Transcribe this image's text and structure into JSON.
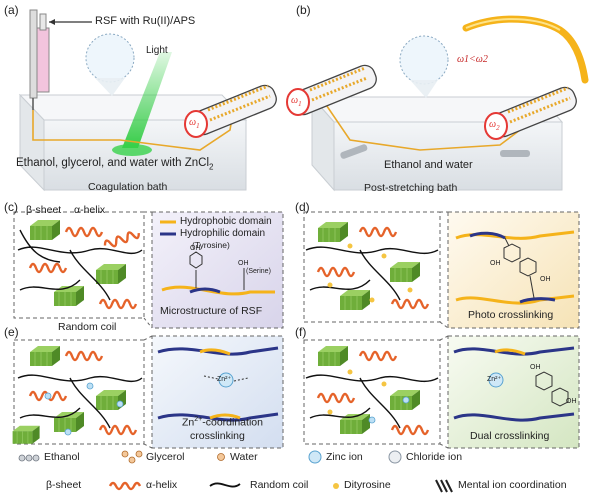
{
  "panel_labels": {
    "a": "(a)",
    "b": "(b)",
    "c": "(c)",
    "d": "(d)",
    "e": "(e)",
    "f": "(f)"
  },
  "panel_a": {
    "syringe_label": "RSF with Ru(II)/APS",
    "light_label": "Light",
    "bath_text": "Ethanol, glycerol, and water with ZnCl",
    "bath_sub": "2",
    "bath_name": "Coagulation bath",
    "spool_label": "ω",
    "spool_sub": "1"
  },
  "panel_b": {
    "speed_relation": "ω1<ω2",
    "bath_text": "Ethanol and  water",
    "bath_name": "Post-stretching bath",
    "spool1_label": "ω",
    "spool1_sub": "1",
    "spool2_label": "ω",
    "spool2_sub": "2"
  },
  "panel_c": {
    "beta_sheet": "β-sheet",
    "alpha_helix": "α-helix",
    "random_coil": "Random coil",
    "legend_hydrophobic": "Hydrophobic domain",
    "legend_hydrophilic": "Hydrophilic domain",
    "legend_tyrosine": "(Tyrosine)",
    "oh1": "OH",
    "oh2": "OH",
    "serine": "(Serine)",
    "caption": "Microstructure of RSF"
  },
  "panel_d": {
    "oh1": "OH",
    "oh2": "OH",
    "caption": "Photo crosslinking"
  },
  "panel_e": {
    "caption_line1": "Zn",
    "caption_sup": "2+",
    "caption_rest": "-coordination",
    "caption_line2": "crosslinking",
    "zn": "Zn²⁺"
  },
  "panel_f": {
    "caption": "Dual crosslinking",
    "oh1": "OH",
    "oh2": "OH",
    "zn": "Zn²⁺"
  },
  "legend": {
    "ethanol": "Ethanol",
    "glycerol": "Glycerol",
    "water": "Water",
    "zinc": "Zinc ion",
    "chloride": "Chloride ion",
    "beta": "β-sheet",
    "alpha": "α-helix",
    "coil": "Random coil",
    "dityrosine": "Dityrosine",
    "mental": "Mental ion coordination"
  },
  "colors": {
    "green": "#7ab648",
    "orange_helix": "#e5632a",
    "navy": "#2b3588",
    "gold": "#f5b31a",
    "beam": "#2ecc40",
    "spool_red": "#e53935",
    "panel_c_bg": "#e6e4f2",
    "panel_d_bg": "#fbf0d8",
    "panel_e_bg": "#e5ebf6",
    "panel_f_bg": "#e6efd9"
  }
}
